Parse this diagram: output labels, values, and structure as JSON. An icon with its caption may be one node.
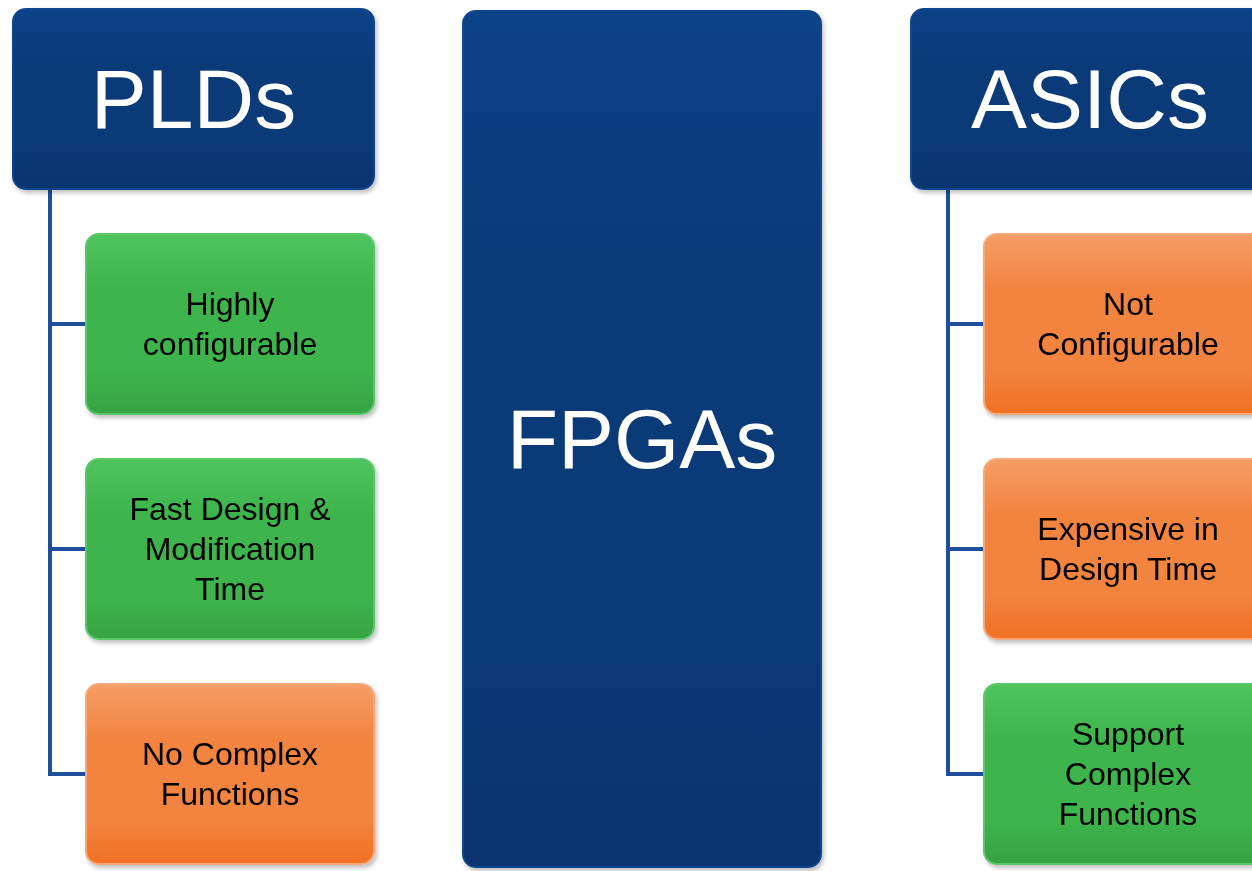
{
  "diagram": {
    "nodes": [
      {
        "text": [
          "PLDs"
        ]
      },
      {
        "text": [
          "Highly configurable"
        ]
      },
      {
        "text": [
          "Fast Design & Modification Time"
        ]
      },
      {
        "text": [
          "No Complex Functions"
        ]
      },
      {
        "text": [
          "FPGAs"
        ]
      },
      {
        "text": [
          "ASICs"
        ]
      },
      {
        "text": [
          "Not Configurable"
        ]
      },
      {
        "text": [
          "Expensive in Design Time"
        ]
      },
      {
        "text": [
          "Support Complex Functions"
        ]
      }
    ],
    "edges": [
      {
        "from": 0,
        "to": 1,
        "arrow": "none"
      },
      {
        "from": 0,
        "to": 2,
        "arrow": "none"
      },
      {
        "from": 0,
        "to": 3,
        "arrow": "none"
      },
      {
        "from": 5,
        "to": 6,
        "arrow": "none"
      },
      {
        "from": 5,
        "to": 7,
        "arrow": "none"
      },
      {
        "from": 5,
        "to": 8,
        "arrow": "none"
      }
    ]
  }
}
